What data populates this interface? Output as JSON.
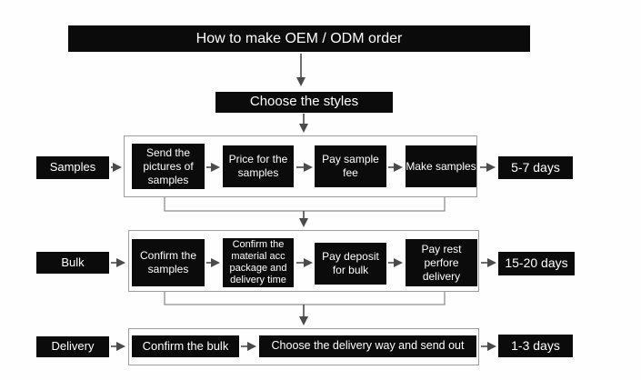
{
  "diagram": {
    "title": "How to make OEM / ODM order",
    "subtitle": "Choose the styles",
    "rows": [
      {
        "label": "Samples",
        "steps": [
          "Send the pictures of samples",
          "Price for the samples",
          "Pay sample fee",
          "Make samples"
        ],
        "duration": "5-7 days"
      },
      {
        "label": "Bulk",
        "steps": [
          "Confirm the samples",
          "Confirm the material acc package and delivery time",
          "Pay deposit for bulk",
          "Pay rest perfore delivery"
        ],
        "duration": "15-20 days"
      },
      {
        "label": "Delivery",
        "steps": [
          "Confirm the bulk",
          "Choose the delivery way and send out"
        ],
        "duration": "1-3 days"
      }
    ],
    "colors": {
      "node_bg": "#0b0b0b",
      "node_text": "#ffffff",
      "container_border": "#9c9c9c",
      "connector": "#4a4a4a",
      "background": "#fefefe"
    }
  }
}
